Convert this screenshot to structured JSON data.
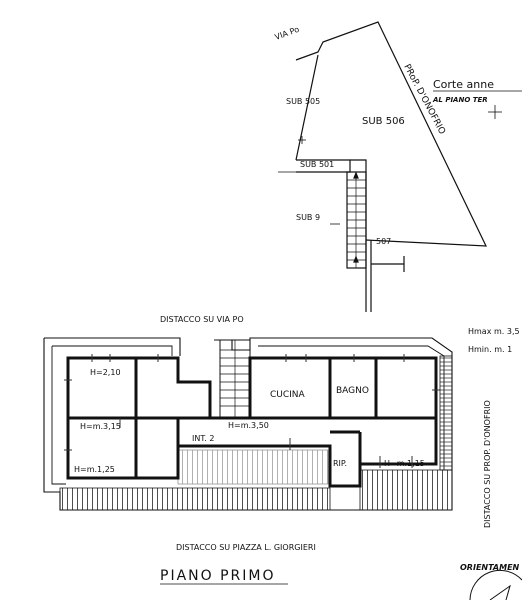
{
  "site_plan": {
    "via_po": "VIA Po",
    "corte_line1": "Corte anne",
    "corte_line2": "AL PIANO TER",
    "prop_donofrio": "PRoP. D'ONOFRIO",
    "sub_505": "SUB 505",
    "sub_506": "SUB 506",
    "sub_501": "SUB 501",
    "sub_9": "SUB 9",
    "n_507": "507"
  },
  "floor_plan": {
    "distacco_via_po": "DISTACCO SU VIA PO",
    "distacco_piazza": "DISTACCO SU PIAZZA L. GIORGIERI",
    "distacco_prop": "DISTACCO SU PROP. D'ONOFRIO",
    "h_max": "Hmax m. 3,5",
    "h_min": "Hmin. m. 1",
    "rooms": {
      "cucina": "CUCINA",
      "bagno": "BAGNO",
      "rip": "RIP.",
      "int2": "INT. 2"
    },
    "heights": {
      "h_210": "H=2,10",
      "h_315": "H=m.3,15",
      "h_125": "H=m.1,25",
      "h_350": "H=m.3,50",
      "h_115": "H=m.1,15"
    }
  },
  "sheet_title": "PIANO PRIMO",
  "orientamento": "ORIENTAMEN"
}
